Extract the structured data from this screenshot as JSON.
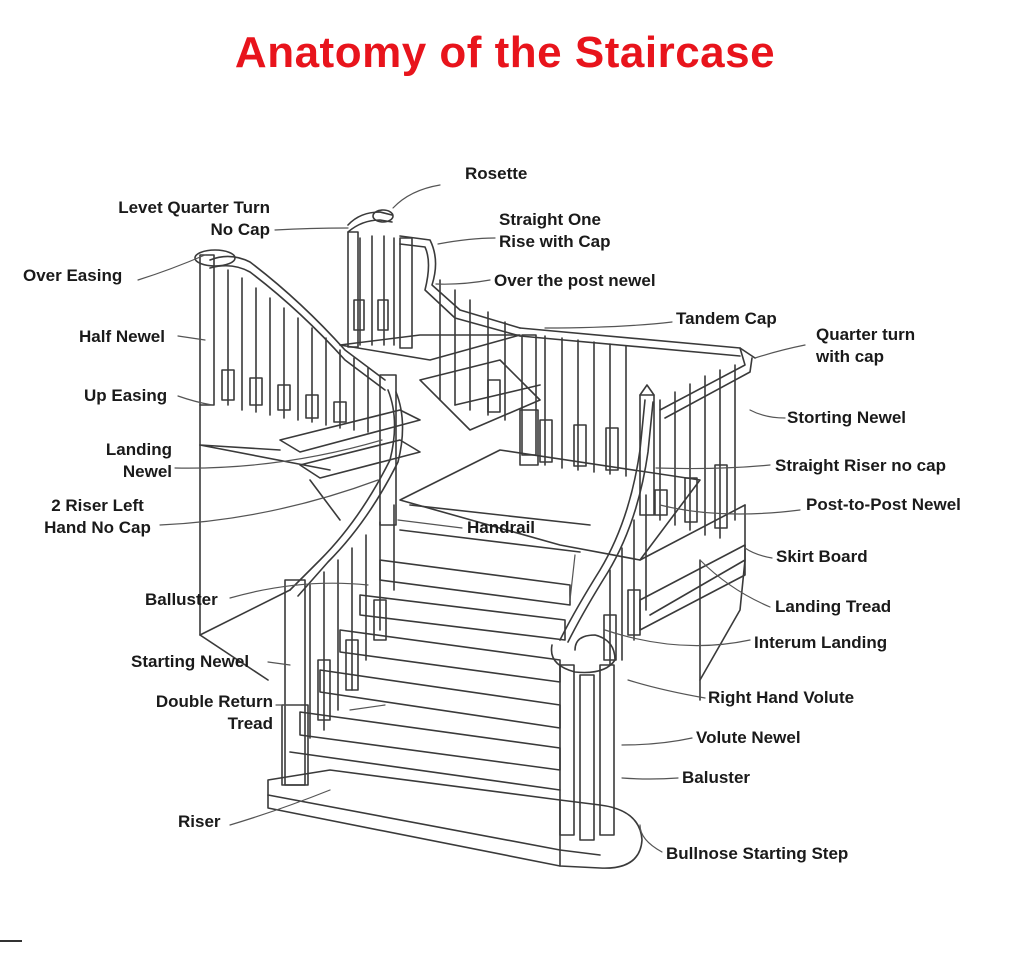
{
  "title": "Anatomy of the Staircase",
  "labels": {
    "rosette": "Rosette",
    "levet_quarter_turn": [
      "Levet Quarter Turn",
      "No Cap"
    ],
    "straight_one_rise": [
      "Straight One",
      "Rise with Cap"
    ],
    "over_easing": "Over Easing",
    "over_the_post_newel": "Over the post newel",
    "half_newel": "Half Newel",
    "tandem_cap": "Tandem Cap",
    "quarter_turn_with_cap": [
      "Quarter turn",
      "with cap"
    ],
    "up_easing": "Up Easing",
    "storting_newel": "Storting Newel",
    "landing_newel": [
      "Landing",
      "Newel"
    ],
    "straight_riser_no_cap": "Straight Riser no cap",
    "two_riser_left_hand": [
      "2 Riser Left",
      "Hand No Cap"
    ],
    "post_to_post_newel": "Post-to-Post Newel",
    "handrail": "Handrail",
    "skirt_board": "Skirt Board",
    "baluster_left": "Balluster",
    "landing_tread": "Landing Tread",
    "interum_landing": "Interum Landing",
    "starting_newel": "Starting Newel",
    "right_hand_volute": "Right Hand Volute",
    "double_return_tread": [
      "Double Return",
      "Tread"
    ],
    "volute_newel": "Volute Newel",
    "baluster_right": "Baluster",
    "riser": "Riser",
    "bullnose_starting_step": "Bullnose Starting Step"
  }
}
